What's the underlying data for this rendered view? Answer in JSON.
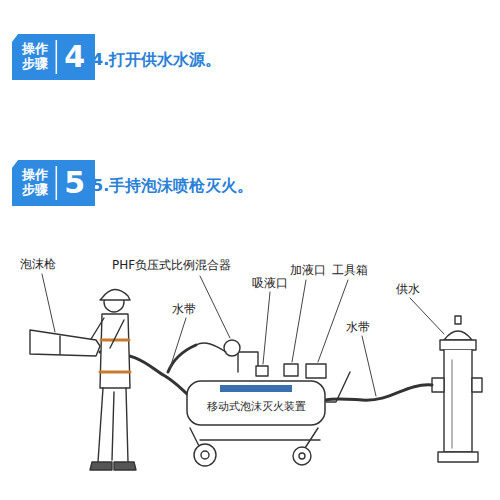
{
  "diagram": {
    "nodes": [
      {
        "text": [
          "操作 步骤",
          "4"
        ]
      },
      {
        "text": [
          "操作 步骤",
          "5"
        ]
      },
      {
        "text": [
          "移动式泡沫灭火装置"
        ]
      }
    ],
    "labels": [
      "4.打开供水水源。",
      "5.手持泡沫喷枪灭火。",
      "泡沫枪",
      "PHF负压式比例混合器",
      "吸液口",
      "加液口",
      "工具箱",
      "水带",
      "供水",
      "水带"
    ]
  }
}
